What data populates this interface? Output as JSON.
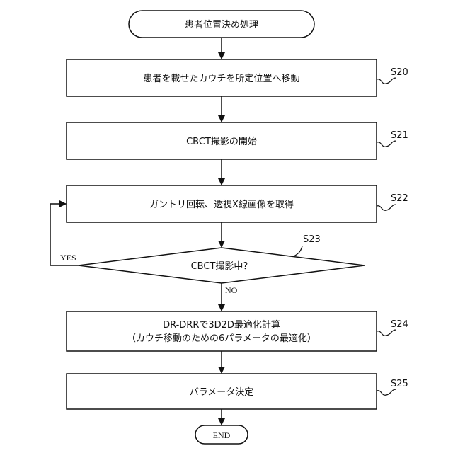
{
  "flowchart": {
    "start": {
      "label": "患者位置決め処理"
    },
    "end": {
      "label": "END"
    },
    "steps": [
      {
        "id": "S20",
        "label": "患者を載せたカウチを所定位置へ移動"
      },
      {
        "id": "S21",
        "label": "CBCT撮影の開始"
      },
      {
        "id": "S22",
        "label": "ガントリ回転、透視X線画像を取得"
      },
      {
        "id": "S24",
        "line1": "DR-DRRで3D2D最適化計算",
        "line2": "（カウチ移動のための6パラメータの最適化）"
      },
      {
        "id": "S25",
        "label": "パラメータ決定"
      }
    ],
    "decision": {
      "id": "S23",
      "label": "CBCT撮影中？",
      "yes_label": "YES",
      "no_label": "NO"
    }
  }
}
